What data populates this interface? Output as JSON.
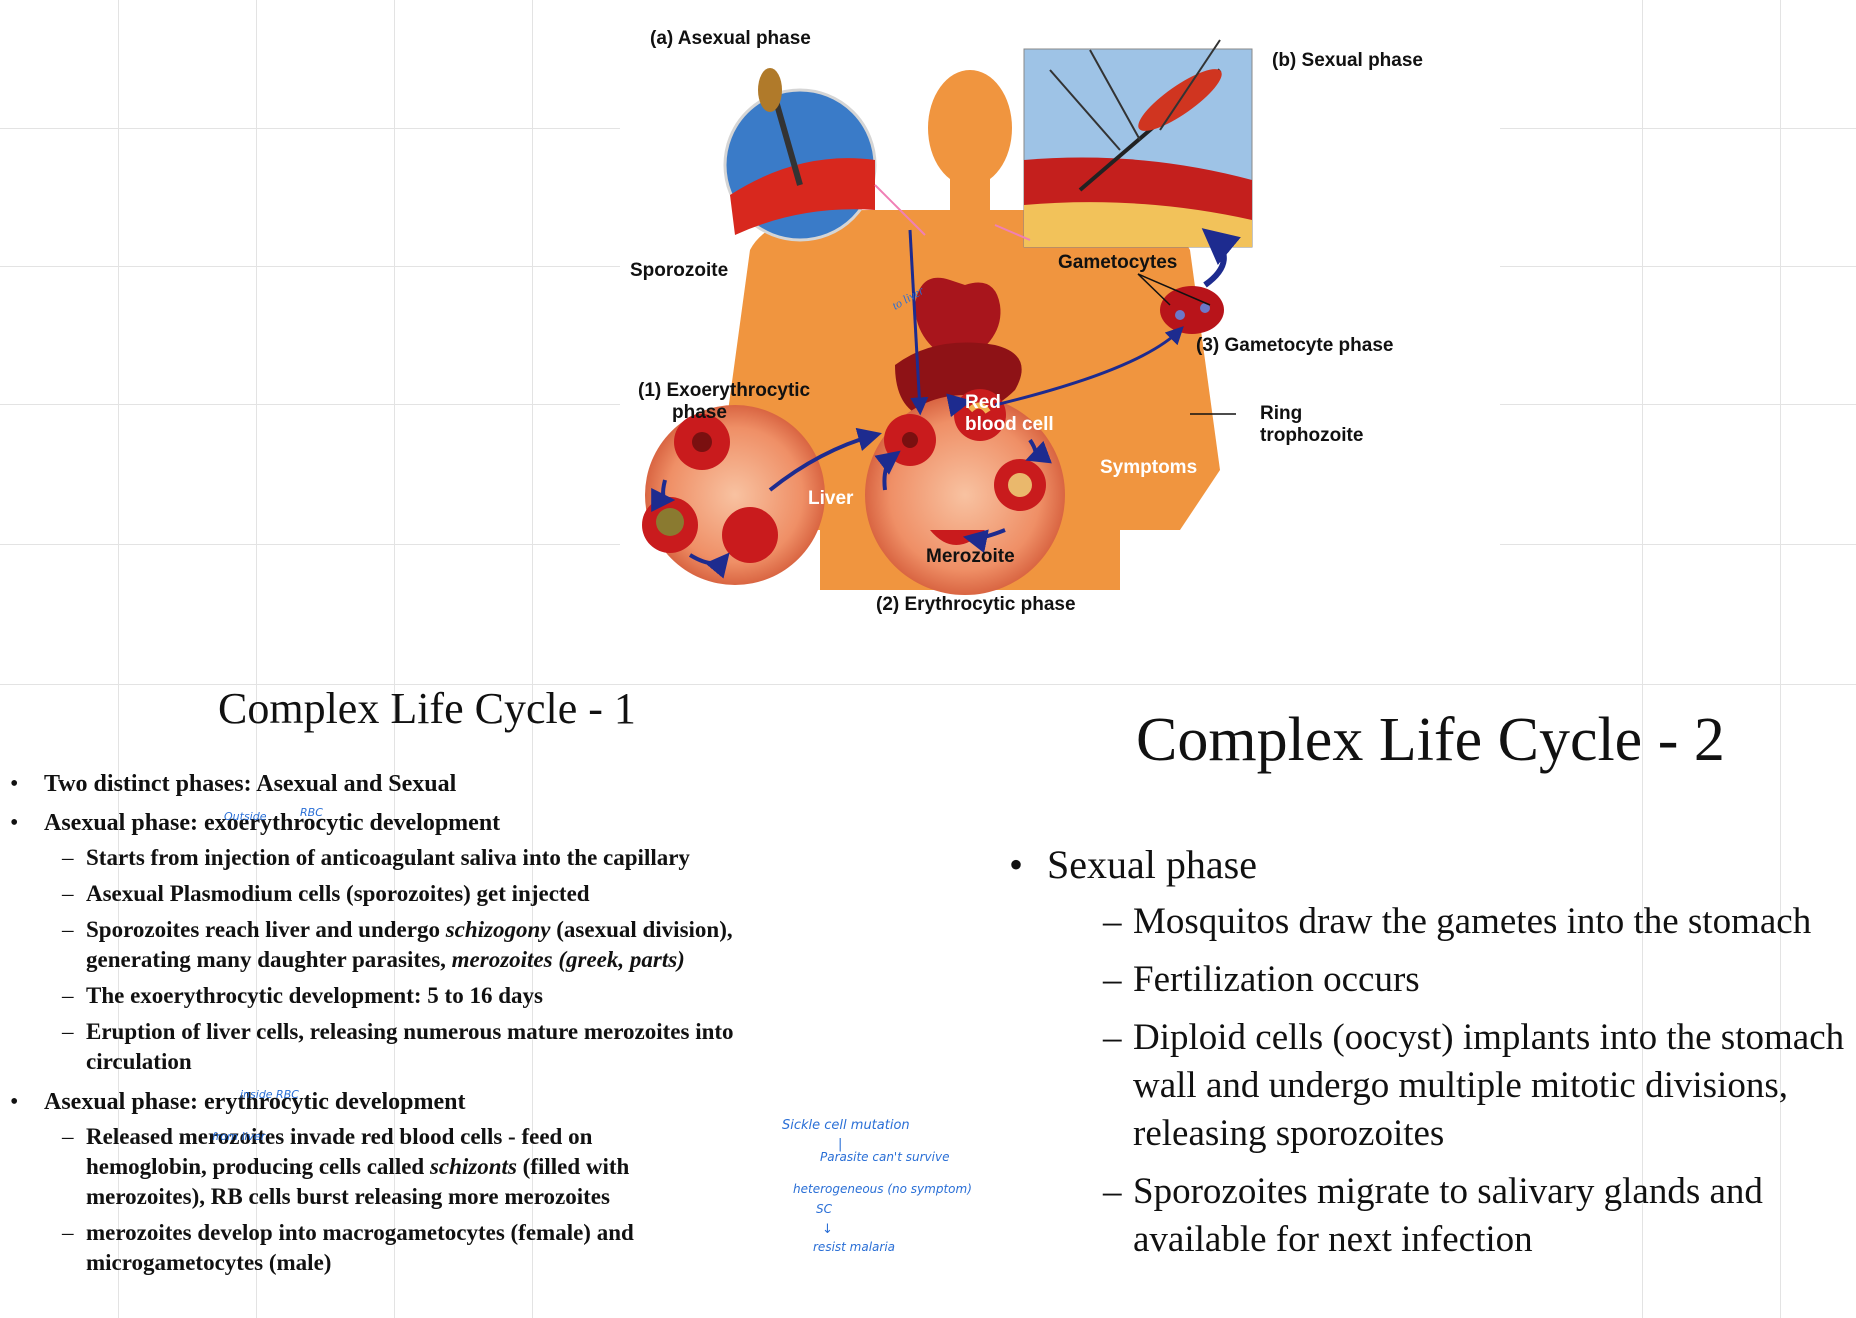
{
  "figure": {
    "asexual_label": "(a) Asexual phase",
    "sexual_label": "(b) Sexual phase",
    "sporozoite": "Sporozoite",
    "gametocytes": "Gametocytes",
    "gametocyte_phase": "(3) Gametocyte phase",
    "exo_line1": "(1) Exoerythrocytic",
    "exo_line2": "phase",
    "rbc_line1": "Red",
    "rbc_line2": "blood cell",
    "ring_line1": "Ring",
    "ring_line2": "trophozoite",
    "symptoms": "Symptoms",
    "liver": "Liver",
    "merozoite": "Merozoite",
    "erythrocytic_phase": "(2) Erythrocytic phase",
    "handnote": "to liver"
  },
  "slide1": {
    "title": "Complex Life Cycle - 1",
    "b1": "Two distinct phases: Asexual and Sexual",
    "b2": "Asexual phase: exoerythrocytic development",
    "b2_subs": {
      "s1": "Starts from injection of anticoagulant saliva into the capillary",
      "s2": "Asexual Plasmodium cells (sporozoites) get injected",
      "s3_a": "Sporozoites reach liver and undergo ",
      "s3_i1": "schizogony",
      "s3_b": " (asexual division), generating many daughter parasites, ",
      "s3_i2": "merozoites (greek, parts)",
      "s4": "The exoerythrocytic development: 5 to 16 days",
      "s5": "Eruption of liver cells, releasing numerous mature merozoites into circulation"
    },
    "b3": "Asexual phase: erythrocytic development",
    "b3_subs": {
      "s1_a": "Released merozoites invade red blood cells - feed on hemoglobin, producing cells called ",
      "s1_i": "schizonts",
      "s1_b": " (filled with merozoites), RB cells burst releasing more merozoites",
      "s2": "merozoites develop into macrogametocytes (female) and microgametocytes (male)"
    },
    "notes": {
      "outside": "Outside",
      "rbc": "RBC",
      "inside_rbc": "inside RBC",
      "from_liver": "from liver",
      "sickle": "Sickle cell mutation",
      "bar": "|",
      "survive": "Parasite can't survive",
      "hetero": "heterogeneous (no symptom)",
      "sc": "SC",
      "arrow": "↓",
      "resist": "resist malaria"
    }
  },
  "slide2": {
    "title": "Complex Life Cycle - 2",
    "b1": "Sexual phase",
    "subs": [
      "Mosquitos draw the gametes into the stomach",
      "Fertilization occurs",
      "Diploid cells (oocyst) implants into the stomach wall and undergo multiple mitotic divisions, releasing sporozoites",
      "Sporozoites migrate to salivary glands and available for next infection"
    ]
  }
}
